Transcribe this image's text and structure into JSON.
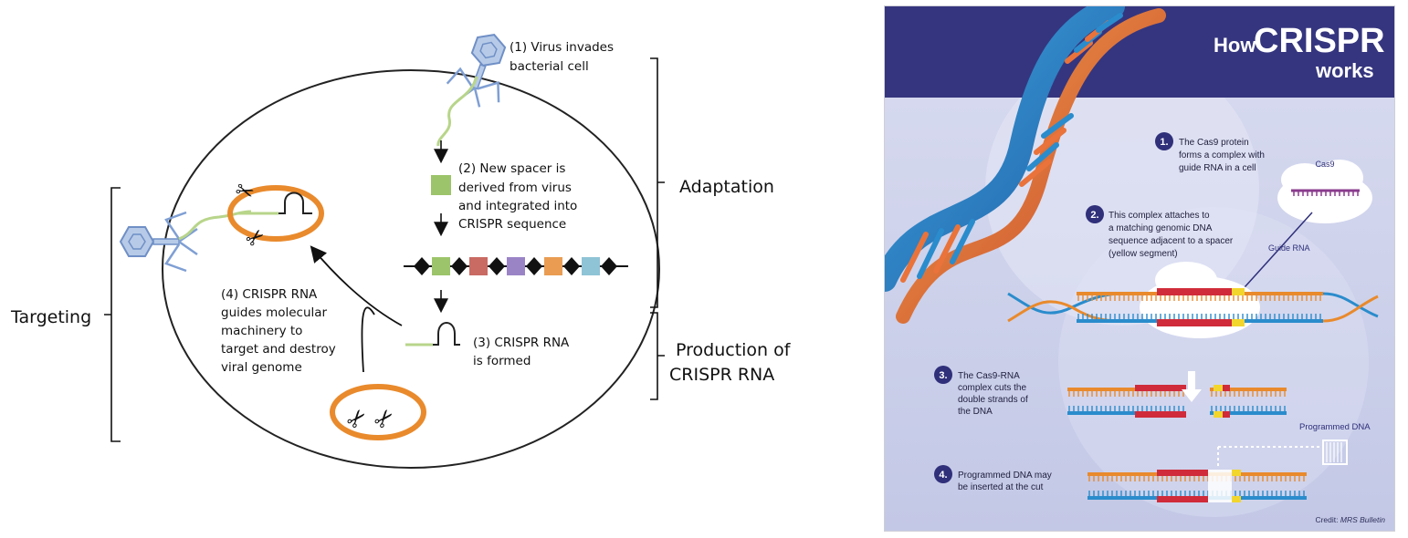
{
  "left": {
    "step1": [
      "(1) Virus invades",
      "bacterial cell"
    ],
    "step2": [
      "(2) New spacer is",
      "derived from virus",
      "and integrated into",
      "CRISPR sequence"
    ],
    "step3": [
      "(3) CRISPR RNA",
      "is formed"
    ],
    "step4": [
      "(4) CRISPR RNA",
      "guides molecular",
      "machinery to",
      "target and destroy",
      "viral genome"
    ],
    "stage_adaptation": "Adaptation",
    "stage_production": [
      "Production of",
      "CRISPR RNA"
    ],
    "stage_targeting": "Targeting",
    "spacer_colors": [
      "#9cc46a",
      "#c96a63",
      "#9a84c6",
      "#e99c52",
      "#8fc3d6"
    ]
  },
  "right": {
    "title_how": "How",
    "title_crispr": "CRISPR",
    "title_works": "works",
    "step1_num": "1.",
    "step1": [
      "The Cas9 protein",
      "forms a complex with",
      "guide RNA in a cell"
    ],
    "cas9_label": "Cas9",
    "step2_num": "2.",
    "step2": [
      "This complex attaches to",
      "a matching genomic DNA",
      "sequence adjacent to a spacer",
      "(yellow segment)"
    ],
    "guide_rna_label": "Guide RNA",
    "step3_num": "3.",
    "step3": [
      "The Cas9-RNA",
      "complex cuts the",
      "double strands of",
      "the DNA"
    ],
    "programmed_label": "Programmed DNA",
    "step4_num": "4.",
    "step4": [
      "Programmed DNA may",
      "be inserted at the cut"
    ],
    "credit_prefix": "Credit: ",
    "credit_source": "MRS Bulletin",
    "header_color": "#35357f",
    "number_color": "#2f2f7a"
  }
}
